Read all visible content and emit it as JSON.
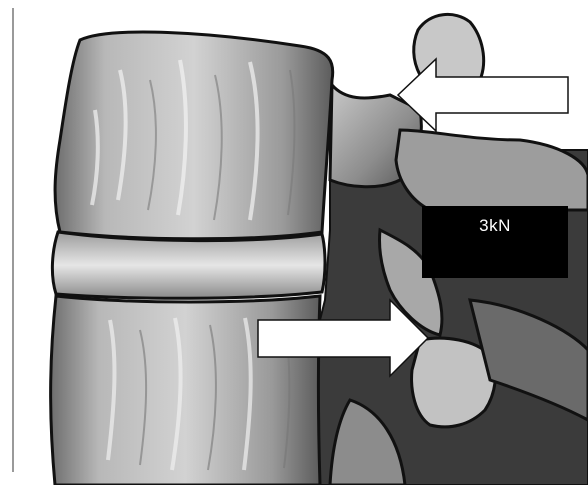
{
  "figure": {
    "subject": "spine-vertebrae-illustration",
    "force_label": "3kN",
    "arrows": [
      {
        "name": "upper-force-arrow",
        "direction": "left"
      },
      {
        "name": "lower-force-arrow",
        "direction": "right"
      }
    ],
    "colors": {
      "bone_light": "#dedede",
      "bone_mid": "#a9a9a9",
      "bone_dark": "#5a5a5a",
      "outline": "#111111",
      "label_bg": "#000000",
      "label_text": "#ffffff",
      "arrow_fill": "#ffffff"
    }
  }
}
